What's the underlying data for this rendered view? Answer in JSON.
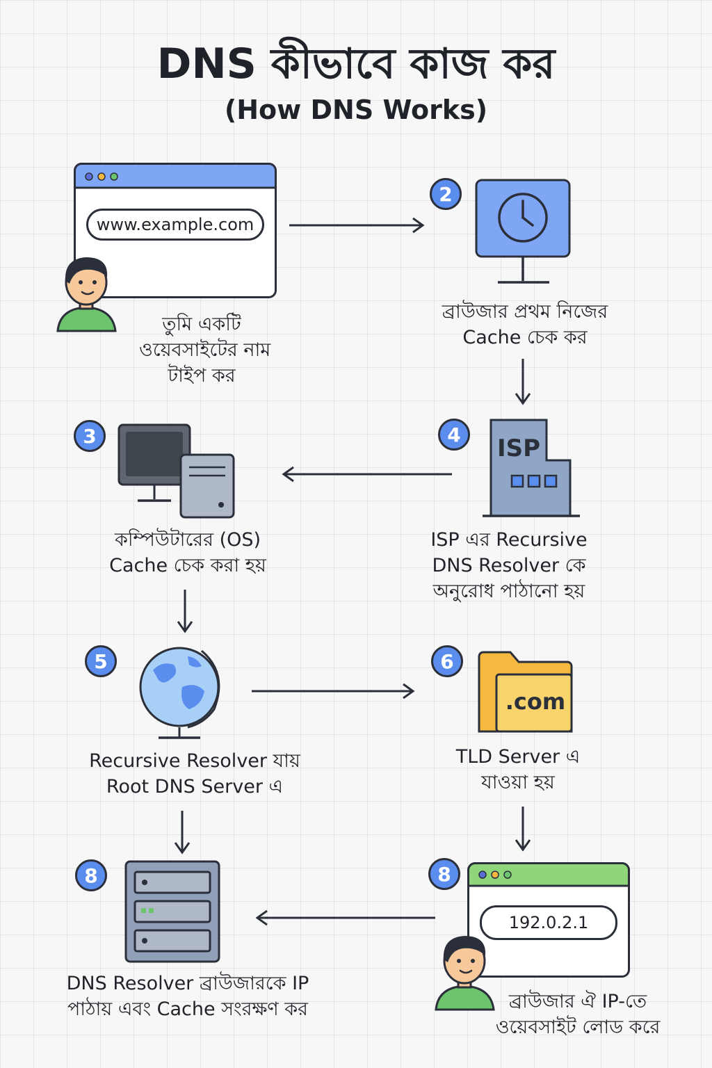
{
  "header": {
    "title": "DNS কীভাবে কাজ কর",
    "subtitle": "(How DNS Works)"
  },
  "steps": {
    "s1": {
      "url": "www.example.com",
      "caption": [
        "তুমি একটি",
        "ওয়েবসাইটের নাম",
        "টাইপ কর"
      ]
    },
    "s2": {
      "badge": "2",
      "caption": [
        "ব্রাউজার প্রথম নিজের",
        "Cache চেক কর"
      ]
    },
    "s3": {
      "badge": "3",
      "caption": [
        "কম্পিউটারের (OS)",
        "Cache চেক করা হয়"
      ]
    },
    "s4": {
      "badge": "4",
      "icon_text": "ISP",
      "caption": [
        "ISP এর Recursive",
        "DNS Resolver কে",
        "অনুরোধ পাঠানো হয়"
      ]
    },
    "s5": {
      "badge": "5",
      "caption": [
        "Recursive Resolver যায়",
        "Root DNS Server এ"
      ]
    },
    "s6": {
      "badge": "6",
      "icon_text": ".com",
      "caption": [
        "TLD Server এ",
        "যাওয়া হয়"
      ]
    },
    "s7": {
      "badge": "8",
      "caption": [
        "DNS Resolver ব্রাউজারকে IP",
        "পাঠায় এবং Cache সংরক্ষণ কর"
      ]
    },
    "s8": {
      "badge": "8",
      "ip": "192.0.2.1",
      "caption": [
        "ব্রাউজার ঐ IP-তে",
        "ওয়েবসাইট লোড করে"
      ]
    }
  },
  "colors": {
    "accent_blue": "#5b8def",
    "browser_bar_blue": "#7ea6f5",
    "browser_bar_green": "#8fd67a",
    "folder_yellow": "#f9d36b",
    "outline": "#2a2f3a"
  },
  "icons": [
    "browser-window-icon",
    "person-icon",
    "monitor-clock-icon",
    "computer-tower-icon",
    "isp-building-icon",
    "globe-icon",
    "folder-icon",
    "server-rack-icon",
    "arrow-icon"
  ]
}
